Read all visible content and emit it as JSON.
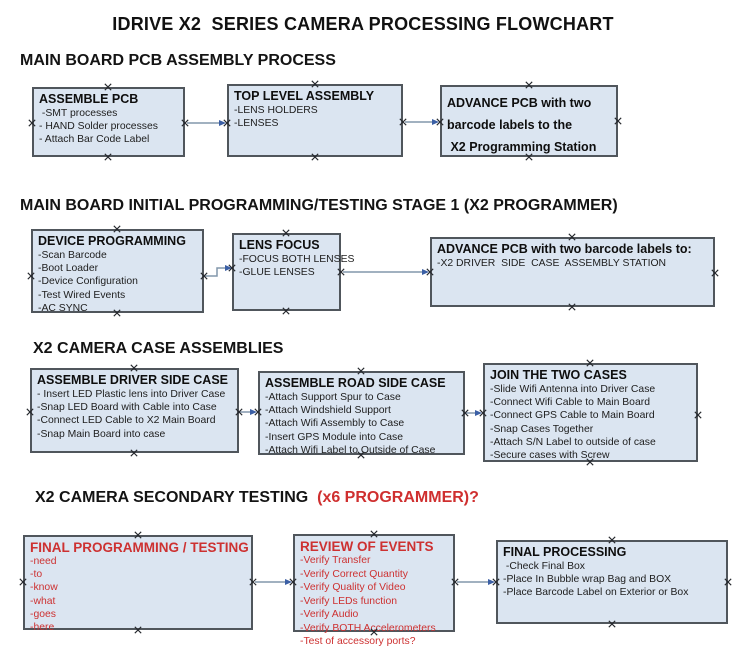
{
  "title": "IDRIVE X2  SERIES CAMERA PROCESSING FLOWCHART",
  "colors": {
    "box_fill": "#dbe5f1",
    "box_border": "#50565c",
    "red_text": "#cd3131",
    "arrow_line": "#8297ac",
    "arrow_head": "#3b5fa5",
    "text": "#1a1a1a"
  },
  "sections": [
    {
      "heading": "MAIN BOARD PCB ASSEMBLY PROCESS",
      "boxes": [
        {
          "title": "ASSEMBLE PCB",
          "items": [
            " -SMT processes",
            "- HAND Solder processes",
            "- Attach Bar Code Label"
          ]
        },
        {
          "title": "TOP LEVEL ASSEMBLY",
          "items": [
            "-LENS HOLDERS",
            "-LENSES"
          ]
        },
        {
          "lines": [
            "ADVANCE PCB with two",
            "barcode labels to the",
            " X2 Programming Station"
          ]
        }
      ]
    },
    {
      "heading": "MAIN BOARD INITIAL PROGRAMMING/TESTING STAGE 1 (X2 PROGRAMMER)",
      "boxes": [
        {
          "title": "DEVICE PROGRAMMING",
          "items": [
            "-Scan Barcode",
            "-Boot Loader",
            "-Device Configuration",
            "-Test Wired Events",
            "-AC SYNC"
          ]
        },
        {
          "title": "LENS FOCUS",
          "items": [
            "-FOCUS BOTH LENSES",
            "-GLUE LENSES"
          ]
        },
        {
          "title": "ADVANCE PCB with two barcode labels to:",
          "items": [
            "-X2 DRIVER  SIDE  CASE  ASSEMBLY STATION"
          ]
        }
      ]
    },
    {
      "heading": "X2 CAMERA CASE ASSEMBLIES",
      "boxes": [
        {
          "title": "ASSEMBLE DRIVER SIDE CASE",
          "items": [
            "- Insert LED Plastic lens into Driver Case",
            "-Snap LED Board with Cable into Case",
            "-Connect LED Cable to X2 Main Board",
            "-Snap Main Board into case"
          ]
        },
        {
          "title": "ASSEMBLE ROAD SIDE CASE",
          "items": [
            "-Attach Support Spur to Case",
            "-Attach Windshield Support",
            "-Attach Wifi Assembly to Case",
            "-Insert GPS Module into Case",
            "-Attach Wifi Label to Outside of Case"
          ]
        },
        {
          "title": "JOIN THE TWO CASES",
          "items": [
            "-Slide Wifi Antenna into Driver Case",
            "-Connect Wifi Cable to Main Board",
            "-Connect GPS Cable to Main Board",
            "-Snap Cases Together",
            "-Attach S/N Label to outside of case",
            "-Secure cases with Screw"
          ]
        }
      ]
    },
    {
      "heading_black": "X2 CAMERA SECONDARY TESTING  ",
      "heading_red": "(x6 PROGRAMMER)?",
      "boxes": [
        {
          "title": "FINAL PROGRAMMING / TESTING",
          "items": [
            "-need",
            "-to",
            "-know",
            "-what",
            "-goes",
            "-here"
          ]
        },
        {
          "title": "REVIEW OF EVENTS",
          "items": [
            "-Verify Transfer",
            "-Verify Correct Quantity",
            "-Verify Quality of Video",
            "-Verify LEDs function",
            "-Verify Audio",
            "-Verify BOTH Accelerometers",
            "-Test of accessory ports?"
          ]
        },
        {
          "title": "FINAL PROCESSING",
          "items": [
            " -Check Final Box",
            "-Place In Bubble wrap Bag and BOX",
            "-Place Barcode Label on Exterior or Box"
          ]
        }
      ]
    }
  ]
}
